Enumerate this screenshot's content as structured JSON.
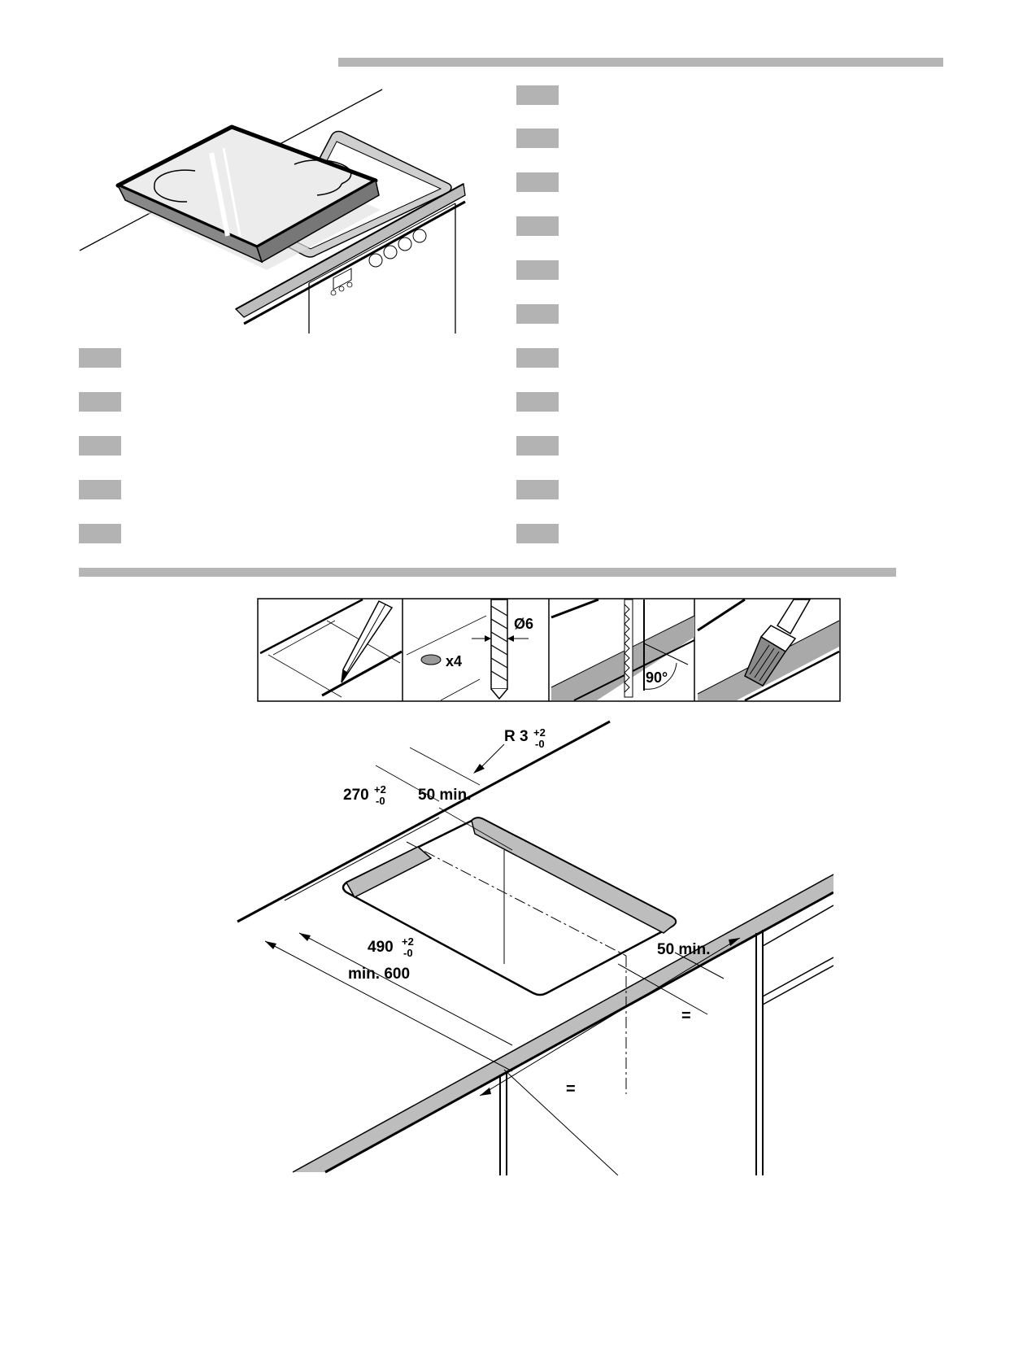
{
  "page": {
    "section_bar_color": "#b5b5b5",
    "language_tab_color": "#b3b3b3",
    "language_tabs_left_count": 5,
    "language_tabs_right_count": 11
  },
  "step_strip": {
    "drill_diameter": "Ø6",
    "hole_count": "x4",
    "saw_angle": "90°"
  },
  "cutout_drawing": {
    "radius_label": "R 3",
    "radius_tol_plus": "+2",
    "radius_tol_minus": "-0",
    "depth_value": "270",
    "depth_tol_plus": "+2",
    "depth_tol_minus": "-0",
    "front_margin": "50 min.",
    "width_value": "490",
    "width_tol_plus": "+2",
    "width_tol_minus": "-0",
    "min_worktop": "min. 600",
    "side_margin": "50 min.",
    "equal_left": "=",
    "equal_right": "="
  }
}
